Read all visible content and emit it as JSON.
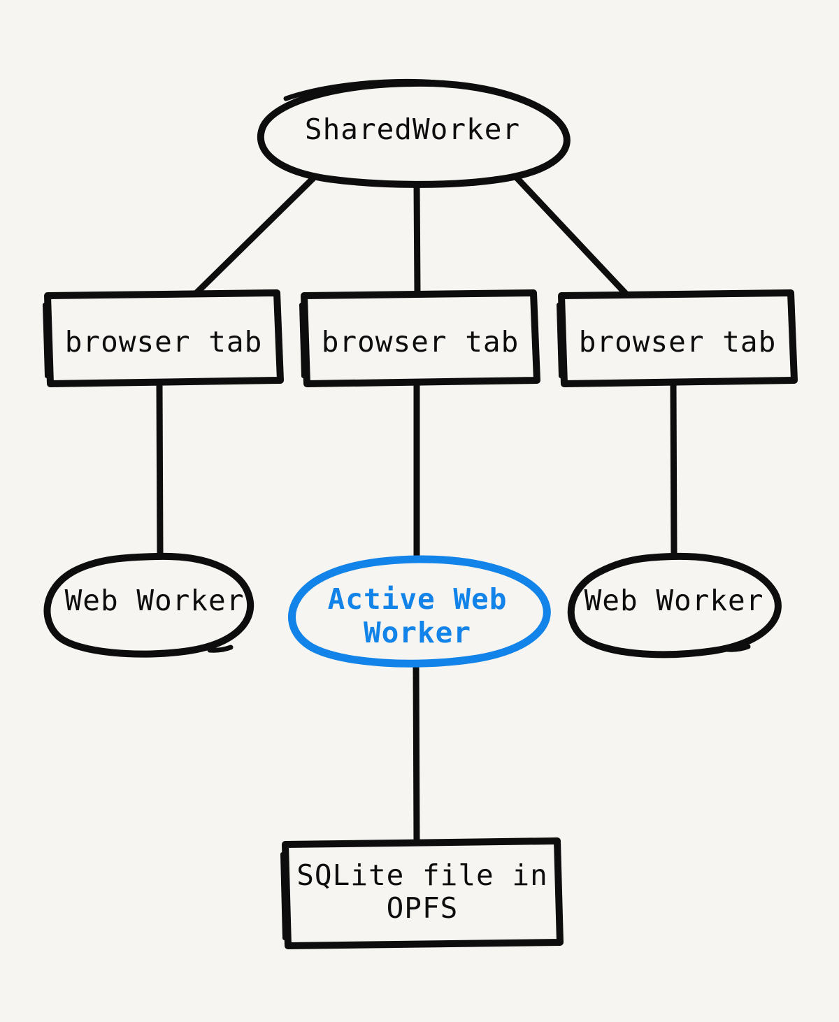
{
  "diagram": {
    "title": "SQLite in OPFS via SharedWorker architecture",
    "background_color": "#F6F5F1",
    "default_stroke_color": "#0D0D0D",
    "accent_color": "#1283E8",
    "style": "hand-drawn",
    "nodes": [
      {
        "id": "shared-worker",
        "label": "SharedWorker",
        "shape": "ellipse",
        "color": "#0D0D0D",
        "highlighted": false,
        "lines": [
          "SharedWorker"
        ]
      },
      {
        "id": "browser-tab-left",
        "label": "browser tab",
        "shape": "rectangle",
        "color": "#0D0D0D",
        "highlighted": false,
        "lines": [
          "browser tab"
        ]
      },
      {
        "id": "browser-tab-center",
        "label": "browser tab",
        "shape": "rectangle",
        "color": "#0D0D0D",
        "highlighted": false,
        "lines": [
          "browser tab"
        ]
      },
      {
        "id": "browser-tab-right",
        "label": "browser tab",
        "shape": "rectangle",
        "color": "#0D0D0D",
        "highlighted": false,
        "lines": [
          "browser tab"
        ]
      },
      {
        "id": "web-worker-left",
        "label": "Web Worker",
        "shape": "ellipse",
        "color": "#0D0D0D",
        "highlighted": false,
        "lines": [
          "Web Worker"
        ]
      },
      {
        "id": "active-web-worker",
        "label": "Active Web Worker",
        "shape": "ellipse",
        "color": "#1283E8",
        "highlighted": true,
        "lines": [
          "Active Web",
          "Worker"
        ]
      },
      {
        "id": "web-worker-right",
        "label": "Web Worker",
        "shape": "ellipse",
        "color": "#0D0D0D",
        "highlighted": false,
        "lines": [
          "Web Worker"
        ]
      },
      {
        "id": "sqlite-file",
        "label": "SQLite file in OPFS",
        "shape": "rectangle",
        "color": "#0D0D0D",
        "highlighted": false,
        "lines": [
          "SQLite file in",
          "OPFS"
        ]
      }
    ],
    "edges": [
      {
        "id": "edge-sharedworker-tab-left",
        "from": "shared-worker",
        "to": "browser-tab-left"
      },
      {
        "id": "edge-sharedworker-tab-center",
        "from": "shared-worker",
        "to": "browser-tab-center"
      },
      {
        "id": "edge-sharedworker-tab-right",
        "from": "shared-worker",
        "to": "browser-tab-right"
      },
      {
        "id": "edge-tab-left-worker-left",
        "from": "browser-tab-left",
        "to": "web-worker-left"
      },
      {
        "id": "edge-tab-center-active",
        "from": "browser-tab-center",
        "to": "active-web-worker"
      },
      {
        "id": "edge-tab-right-worker-right",
        "from": "browser-tab-right",
        "to": "web-worker-right"
      },
      {
        "id": "edge-active-sqlite",
        "from": "active-web-worker",
        "to": "sqlite-file"
      }
    ]
  }
}
